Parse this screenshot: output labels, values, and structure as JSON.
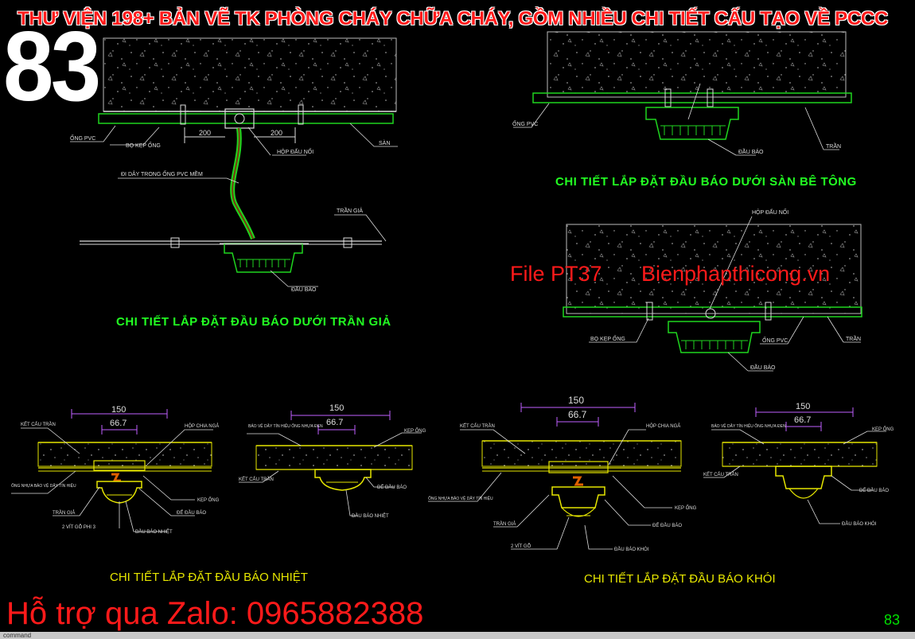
{
  "banner": {
    "title": "THƯ VIỆN 198+ BẢN VẼ TK PHÒNG CHÁY CHỮA CHÁY, GỒM NHIỀU CHI TIẾT CẤU TẠO VỀ PCCC",
    "sheet_number": "83"
  },
  "watermark": {
    "file_code": "File PT37",
    "site": "Bienphapthicong.vn",
    "hotline": "Hỗ trợ qua Zalo: 0965882388"
  },
  "page_number": "83",
  "command_bar": "command",
  "detail_false_ceiling": {
    "title": "CHI TIẾT LẮP ĐẶT ĐẦU BÁO DƯỚI TRẦN GIẢ",
    "dim_left": "200",
    "dim_right": "200",
    "labels": {
      "pvc_pipe": "ỐNG PVC",
      "pipe_clamp": "BỌ KẸP ỐNG",
      "junction_box": "HỘP ĐẤU NỐI",
      "slab": "SÀN",
      "flex_conduit": "ĐI DÂY TRONG ỐNG PVC MỀM",
      "false_ceiling": "TRẦN GIẢ",
      "detector": "ĐẦU BÁO"
    }
  },
  "detail_concrete_slab": {
    "title": "CHI TIẾT LẮP ĐẶT ĐẦU BÁO DƯỚI SÀN BÊ TÔNG",
    "labels": {
      "pvc_pipe": "ỐNG PVC",
      "detector": "ĐẦU BÁO",
      "ceiling": "TRẦN"
    }
  },
  "detail_concrete_slab_2": {
    "labels": {
      "junction_box": "HỘP ĐẤU NỐI",
      "pipe_clamp": "BỌ KẸP ỐNG",
      "pvc_pipe": "ỐNG PVC",
      "ceiling": "TRẦN",
      "detector": "ĐẦU BÁO"
    }
  },
  "detail_heat": {
    "title": "CHI TIẾT LẮP ĐẶT ĐẦU BÁO NHIỆT",
    "dim_overall": "150",
    "dim_inner": "66.7",
    "labels": {
      "ceiling_structure": "KẾT CẤU TRẦN",
      "junction_box": "HỘP CHIA NGẢ",
      "signal_pipe": "ỐNG NHỰA BẢO VỆ DÂY TÍN HIỆU",
      "false_ceiling": "TRẦN GIẢ",
      "pipe_clamp": "KẸP ỐNG",
      "base": "ĐẾ ĐẦU BÁO",
      "screws": "2 VÍT GỖ PHI 3",
      "heat_detector": "ĐẦU BÁO NHIỆT"
    },
    "labels_b": {
      "wire_pipe": "BẢO VỆ DÂY TÍN HIỆU ỐNG NHỰA ĐEN",
      "pipe_clamp": "KẸP ỐNG",
      "ceiling_structure": "KẾT CẤU TRẦN",
      "base": "ĐẾ ĐẦU BÁO",
      "heat_detector": "ĐẦU BÁO NHIỆT"
    }
  },
  "detail_smoke": {
    "title": "CHI TIẾT LẮP ĐẶT ĐẦU BÁO KHÓI",
    "dim_overall": "150",
    "dim_inner": "66.7",
    "labels": {
      "ceiling_structure": "KẾT CẤU TRẦN",
      "junction_box": "HỘP CHIA NGẢ",
      "signal_pipe": "ỐNG NHỰA BẢO VỆ DÂY TÍN HIỆU",
      "false_ceiling": "TRẦN GIẢ",
      "pipe_clamp": "KẸP ỐNG",
      "base": "ĐẾ ĐẦU BÁO",
      "screws": "2 VÍT GỖ",
      "smoke_detector": "ĐẦU BÁO KHÓI"
    },
    "labels_b": {
      "wire_pipe": "BẢO VỆ DÂY TÍN HIỆU ỐNG NHỰA ĐEN",
      "pipe_clamp": "KẸP ỐNG",
      "ceiling_structure": "KẾT CẤU TRẦN",
      "base": "ĐẾ ĐẦU BÁO",
      "smoke_detector": "ĐẦU BÁO KHÓI"
    }
  },
  "colors": {
    "background": "#000000",
    "cad_green": "#1fd61f",
    "title_green": "#22ff22",
    "cad_white": "#e0e0e0",
    "cad_yellow": "#e6e600",
    "dim_magenta": "#c060ff",
    "watermark_red": "#ff1a1a"
  }
}
